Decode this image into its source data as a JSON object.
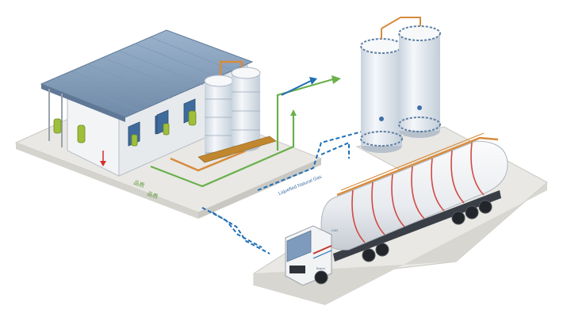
{
  "colors": {
    "platform": "#e9e8e4",
    "platform_edge": "#c9c8c3",
    "roof": "#8aa2bd",
    "wall": "#eef0f2",
    "tank": "#e8edf3",
    "tank_ring": "#5f7fa4",
    "pipe_orange": "#d78b3c",
    "pipe_green": "#6ab04c",
    "blue_line": "#1f6fb5",
    "truck_tank_stripe": "#d24a43",
    "truck_cab": "#f2f3f5",
    "truck_trim": "#c0392b"
  },
  "labels": {
    "shed_sign_1": "品质",
    "shed_sign_2": "品质",
    "route_label": "Liquefied Natural Gas",
    "truck_brand": "LNG",
    "cab_logo": "Brand"
  },
  "icons": [
    "red-arrow-icon",
    "blue-flow-arrow-icon",
    "green-flow-arrow-icon"
  ]
}
